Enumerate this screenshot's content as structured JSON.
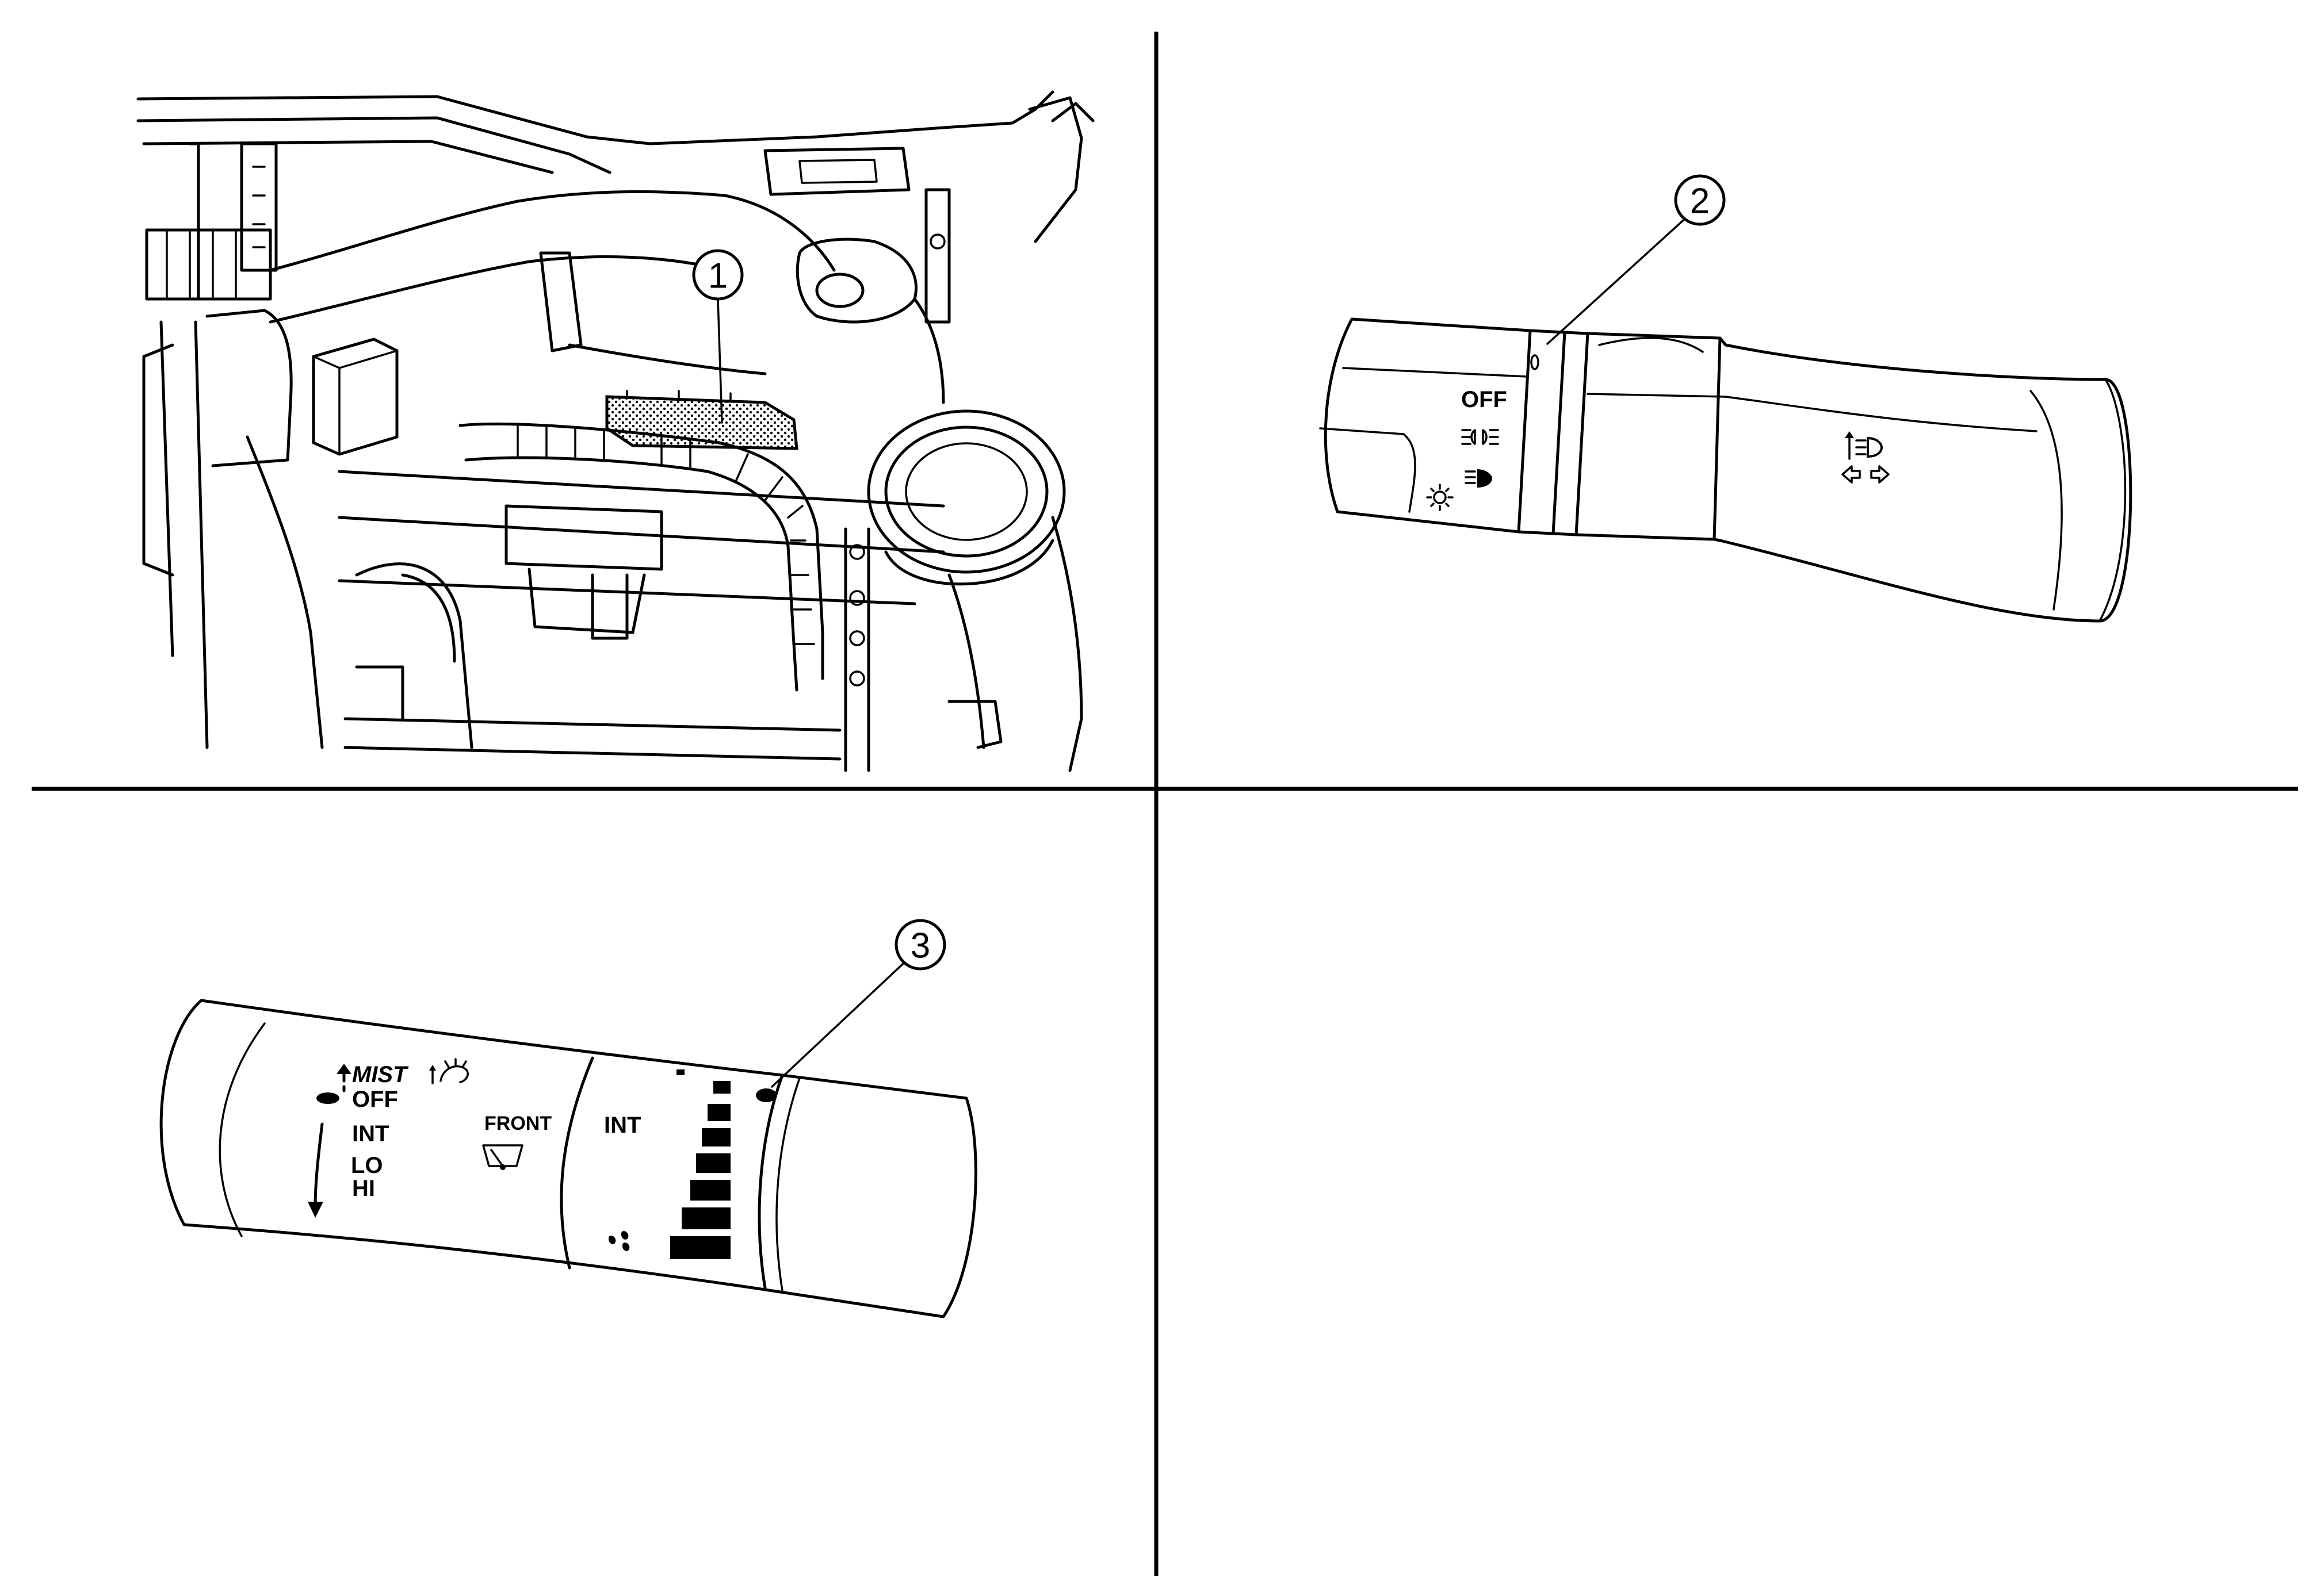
{
  "callouts": [
    {
      "id": "1",
      "label": "1"
    },
    {
      "id": "2",
      "label": "2"
    },
    {
      "id": "3",
      "label": "3"
    }
  ],
  "lighting_switch": {
    "labels": {
      "off": "OFF"
    },
    "icons": [
      "sun-icon",
      "parking-light-icon",
      "headlight-icon",
      "high-beam-flash-icon",
      "turn-signal-arrows-icon"
    ]
  },
  "wiper_switch": {
    "mode_labels": {
      "mist": "MIST",
      "off": "OFF",
      "int": "INT",
      "lo": "LO",
      "hi": "HI"
    },
    "front_label": "FRONT",
    "int_label": "INT",
    "icons": [
      "washer-icon",
      "windshield-wiper-icon",
      "rain-drops-icon"
    ]
  }
}
